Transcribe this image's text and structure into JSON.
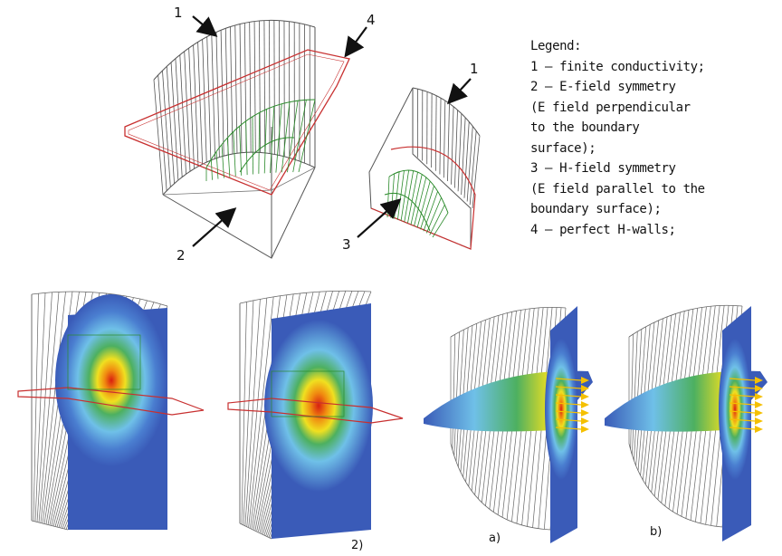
{
  "top_figure": {
    "callouts": {
      "left_1": "1",
      "left_4": "4",
      "left_2": "2",
      "right_1": "1",
      "right_3": "3"
    }
  },
  "legend": {
    "lines": [
      "Legend:",
      "1 – finite conductivity;",
      "2 – E-field symmetry",
      " (E field perpendicular",
      "to the boundary",
      "surface);",
      "3 – H-field symmetry",
      " (E field parallel to the",
      "boundary surface);",
      "4 – perfect H-walls;"
    ]
  },
  "bottom_figure": {
    "captions": {
      "panel2": "2)",
      "panel_a": "a)",
      "panel_b": "b)"
    }
  },
  "colors": {
    "wire": "#555555",
    "red_wall": "#c83030",
    "green_sym": "#2a8a2a",
    "field_blue": "#3a5bb8",
    "field_cyan": "#6fc0e8",
    "field_green": "#4db060",
    "field_yellow": "#f0e020",
    "field_orange": "#f08a10",
    "field_red": "#d81e10",
    "arrow_yellow": "#f5c000"
  }
}
